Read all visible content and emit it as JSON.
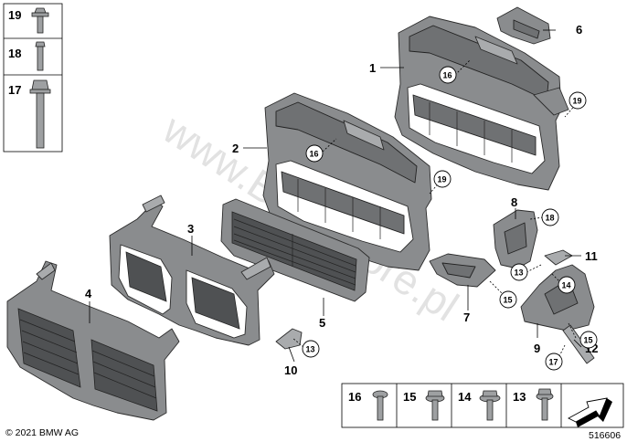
{
  "watermark": "www.BMWstore.pl",
  "copyright": "© 2021 BMW AG",
  "diagram_id": "516606",
  "callouts": {
    "p1": "1",
    "p2": "2",
    "p3": "3",
    "p4": "4",
    "p5": "5",
    "p6": "6",
    "p7": "7",
    "p8": "8",
    "p9": "9",
    "p10": "10",
    "p11": "11",
    "p12": "12"
  },
  "circled": {
    "c16a": "16",
    "c16b": "16",
    "c19a": "19",
    "c19b": "19",
    "c18": "18",
    "c13a": "13",
    "c13b": "13",
    "c14": "14",
    "c15a": "15",
    "c15b": "15",
    "c17": "17"
  },
  "left_legend": [
    {
      "num": "19",
      "icon": "screw-short-icon"
    },
    {
      "num": "18",
      "icon": "screw-medium-icon"
    },
    {
      "num": "17",
      "icon": "bolt-long-icon"
    }
  ],
  "bottom_legend": [
    {
      "num": "16",
      "icon": "torx-screw-icon"
    },
    {
      "num": "15",
      "icon": "hex-flange-screw-icon"
    },
    {
      "num": "14",
      "icon": "washer-screw-icon"
    },
    {
      "num": "13",
      "icon": "collar-screw-icon"
    }
  ],
  "arrow_icon": "arrow-direction-icon"
}
